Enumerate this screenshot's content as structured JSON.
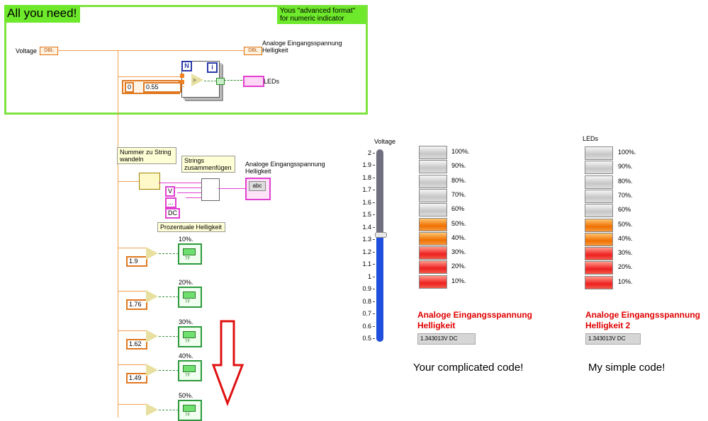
{
  "green_box": {
    "title": "All you need!",
    "note": "Yous \"advanced format\" for numeric indicator"
  },
  "diagram": {
    "voltage_label": "Voltage",
    "dbl_tag": "DBL",
    "out_indicator_label": "Analoge Eingangsspannung Helligkeit",
    "loop_n": "N",
    "loop_i": "i",
    "const_zero": "0",
    "const_055": "0.55",
    "leds_label": "LEDs",
    "note_nummer": "Nummer zu String wandeln",
    "note_strings": "Strings zusammenfügen",
    "note_prozent": "Prozentuale Helligkeit",
    "concat_out_label": "Analoge Eingangsspannung Helligkeit",
    "abc": "abc",
    "str_v": "V",
    "str_dots": "...",
    "str_dc": "DC",
    "thresholds": [
      {
        "value": "1.9",
        "label": "10%."
      },
      {
        "value": "1.76",
        "label": "20%."
      },
      {
        "value": "1.62",
        "label": "30%."
      },
      {
        "value": "1.49",
        "label": "40%."
      },
      {
        "value": "",
        "label": "50%."
      }
    ]
  },
  "slider": {
    "label": "Voltage",
    "scale": [
      "2",
      "1.9",
      "1.8",
      "1.7",
      "1.6",
      "1.5",
      "1.4",
      "1.3",
      "1.2",
      "1.1",
      "1",
      "0.9",
      "0.8",
      "0.7",
      "0.6",
      "0.5"
    ],
    "min": 0.5,
    "max": 2,
    "value": 1.343013,
    "fill_color": "#1f4fdc"
  },
  "panel_left": {
    "leds": [
      "100%.",
      "90%.",
      "80%.",
      "70%.",
      "60%",
      "50%.",
      "40%.",
      "30%.",
      "20%.",
      "10%."
    ],
    "title": "Analoge Eingangsspannung Helligkeit",
    "value": "1.343013V DC",
    "caption": "Your complicated code!"
  },
  "panel_right": {
    "label": "LEDs",
    "leds": [
      "100%.",
      "90%.",
      "80%.",
      "70%.",
      "60%",
      "50%.",
      "40%.",
      "30%.",
      "20%.",
      "10%."
    ],
    "title": "Analoge Eingangsspannung Helligkeit 2",
    "value": "1.343013V DC",
    "caption": "My simple code!"
  },
  "colors": {
    "green": "#6de82a",
    "wire_orange": "#f0a050",
    "wire_pink": "#e040d0",
    "red_text": "#e00000",
    "arrow_red": "#e01010"
  }
}
